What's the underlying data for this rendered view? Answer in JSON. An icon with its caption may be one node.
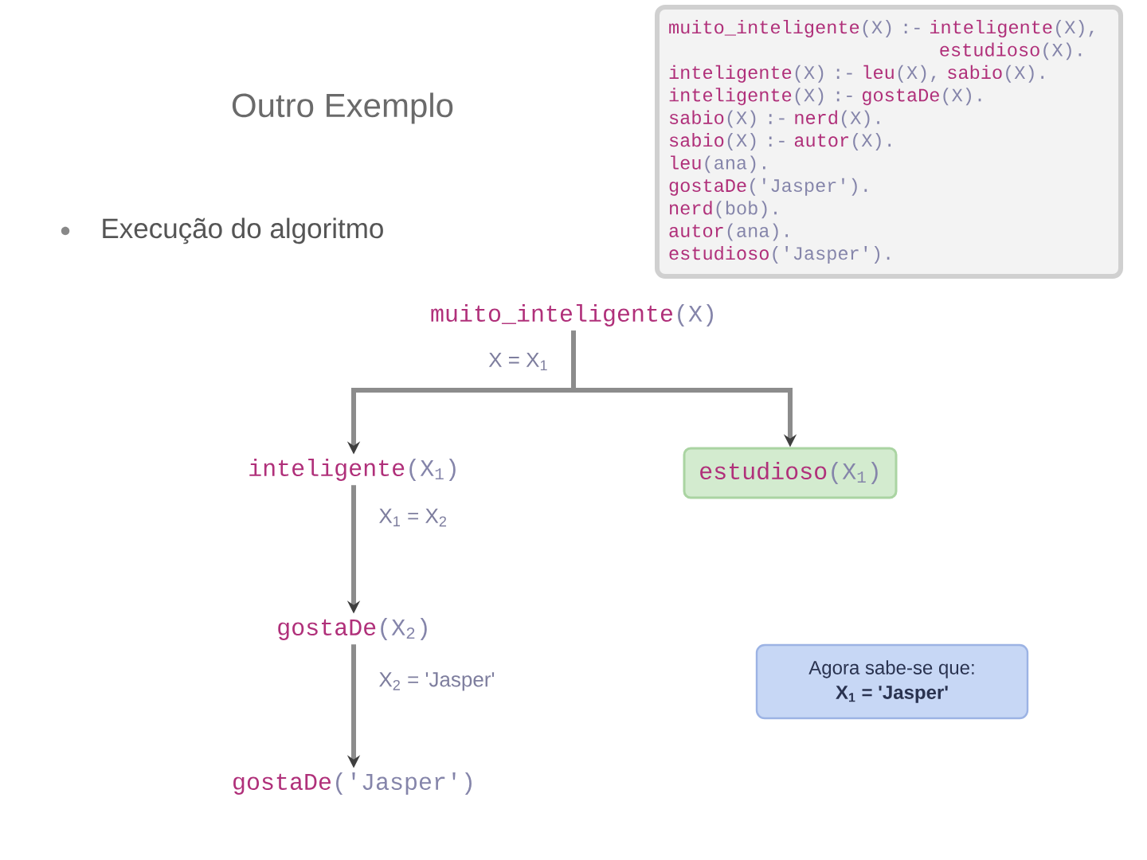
{
  "diagram": {
    "nodes": [
      {
        "text": [
          "muito_inteligente(X) :- inteligente(X), estudioso(X).",
          "inteligente(X) :- leu(X), sabio(X).",
          "inteligente(X) :- gostaDe(X).",
          "sabio(X) :- nerd(X).",
          "sabio(X) :- autor(X).",
          "leu(ana).",
          "gostaDe('Jasper').",
          "nerd(bob).",
          "autor(ana).",
          "estudioso('Jasper')."
        ]
      },
      {
        "text": [
          "muito_inteligente(X)"
        ]
      },
      {
        "text": [
          "inteligente(X$_{1}$)"
        ]
      },
      {
        "text": [
          "estudioso(X$_{1}$)"
        ]
      },
      {
        "text": [
          "gostaDe(X$_{2}$)"
        ]
      },
      {
        "text": [
          "gostaDe('Jasper')"
        ]
      },
      {
        "text": [
          "Agora sabe-se que:",
          "X$_{1}$ = 'Jasper'"
        ]
      }
    ],
    "edges": [
      {
        "from": 1,
        "to": 2,
        "arrow": "to",
        "label": "X = X$_{1}$"
      },
      {
        "from": 1,
        "to": 3,
        "arrow": "to"
      },
      {
        "from": 2,
        "to": 4,
        "arrow": "to",
        "label": "X$_{1}$ = X$_{2}$"
      },
      {
        "from": 4,
        "to": 5,
        "arrow": "to",
        "label": "X$_{2}$ = 'Jasper'"
      }
    ],
    "labels": [
      "Outro Exemplo",
      "Execução do algoritmo"
    ]
  }
}
